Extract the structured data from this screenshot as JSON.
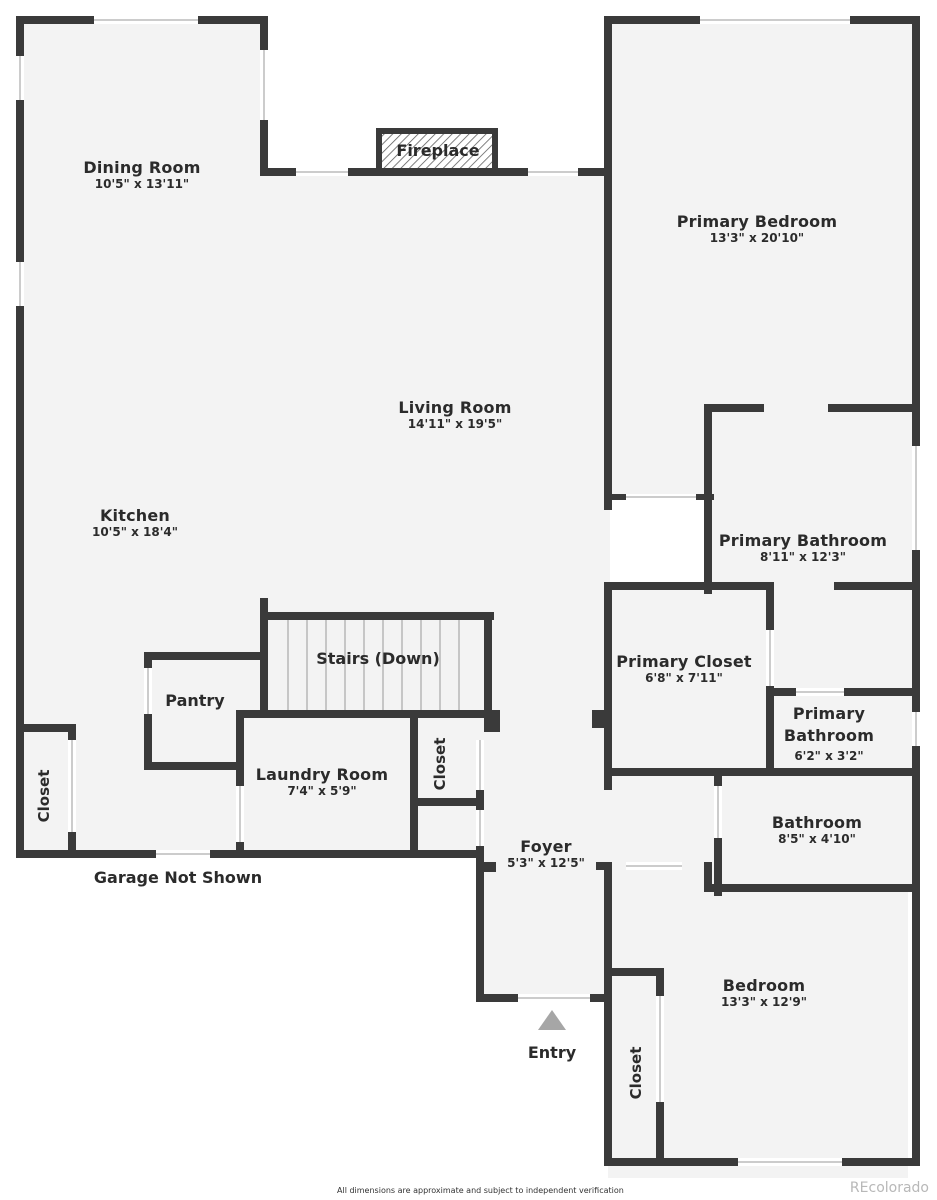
{
  "rooms": {
    "dining": {
      "name": "Dining Room",
      "dim": "10'5\" x 13'11\""
    },
    "living": {
      "name": "Living Room",
      "dim": "14'11\" x 19'5\""
    },
    "kitchen": {
      "name": "Kitchen",
      "dim": "10'5\" x 18'4\""
    },
    "primary_bedroom": {
      "name": "Primary Bedroom",
      "dim": "13'3\" x 20'10\""
    },
    "primary_bathroom": {
      "name": "Primary Bathroom",
      "dim": "8'11\" x 12'3\""
    },
    "primary_closet": {
      "name": "Primary Closet",
      "dim": "6'8\" x 7'11\""
    },
    "primary_bathroom_small": {
      "name_line1": "Primary",
      "name_line2": "Bathroom",
      "dim": "6'2\" x 3'2\""
    },
    "bathroom": {
      "name": "Bathroom",
      "dim": "8'5\" x 4'10\""
    },
    "laundry": {
      "name": "Laundry Room",
      "dim": "7'4\" x 5'9\""
    },
    "foyer": {
      "name": "Foyer",
      "dim": "5'3\" x 12'5\""
    },
    "bedroom": {
      "name": "Bedroom",
      "dim": "13'3\" x 12'9\""
    }
  },
  "labels": {
    "fireplace": "Fireplace",
    "stairs": "Stairs (Down)",
    "pantry": "Pantry",
    "closet_left": "Closet",
    "closet_laundry": "Closet",
    "closet_bedroom": "Closet",
    "garage": "Garage Not Shown",
    "entry": "Entry"
  },
  "footer": {
    "disclaimer": "All dimensions are approximate and subject to independent verification",
    "brand": "REcolorado"
  },
  "colors": {
    "wall": "#3a3a3a",
    "floor": "#f3f3f3",
    "entry_arrow": "#a6a6a6",
    "brand_text": "#b8b8b8"
  }
}
